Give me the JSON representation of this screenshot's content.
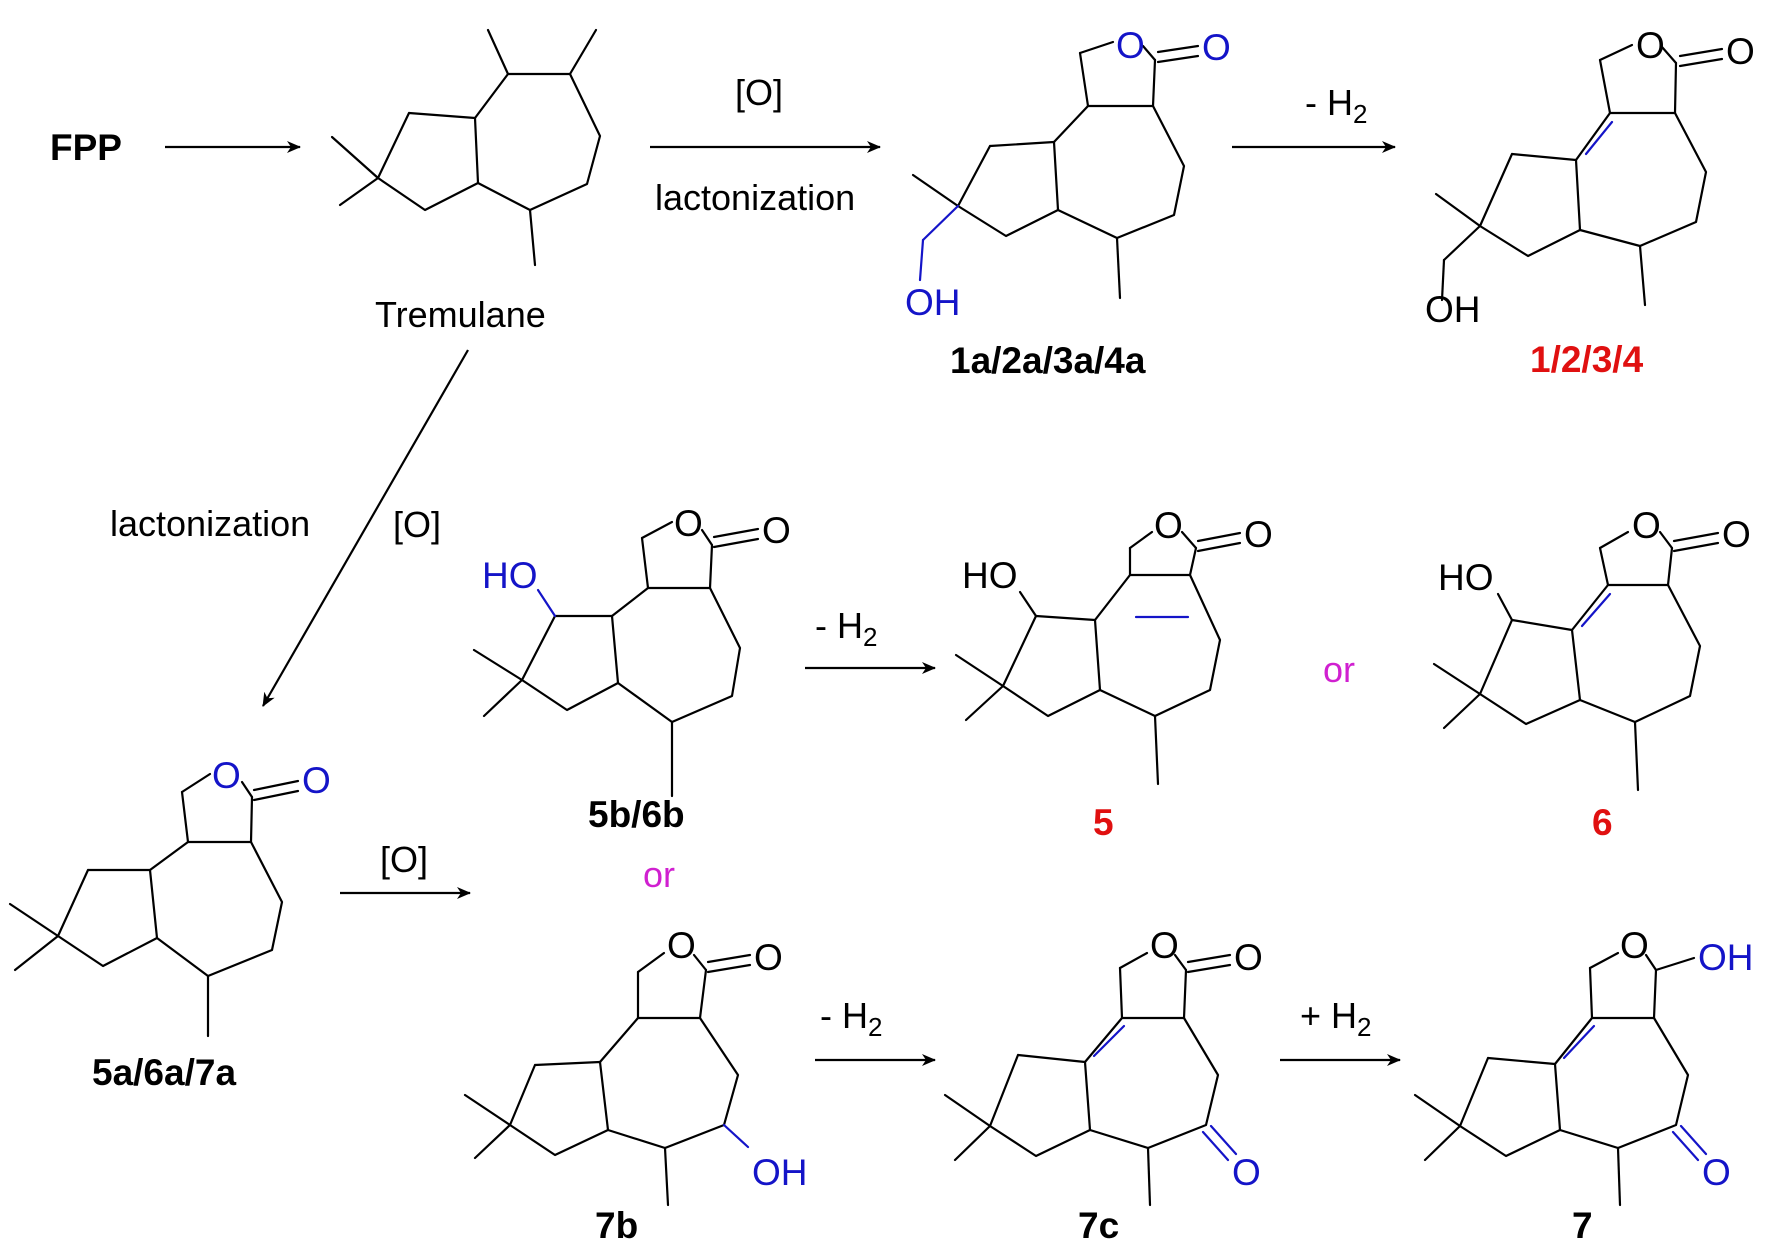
{
  "colors": {
    "bond": "#000000",
    "highlight": "#1414c8",
    "product_label": "#e01010",
    "or_text": "#d020d0"
  },
  "start": "FPP",
  "intermediate": "Tremulane",
  "compound_labels": {
    "c1a": "1a/2a/3a/4a",
    "c1": "1/2/3/4",
    "c5a": "5a/6a/7a",
    "c5b": "5b/6b",
    "c5": "5",
    "c6": "6",
    "c7b": "7b",
    "c7c": "7c",
    "c7": "7"
  },
  "conditions": {
    "oxidation": "[O]",
    "lactonization": "lactonization",
    "dehydrogenation": "- H2",
    "hydrogenation": "+ H2"
  },
  "or": "or",
  "atoms": {
    "O": "O",
    "OH": "OH",
    "HO": "HO"
  }
}
